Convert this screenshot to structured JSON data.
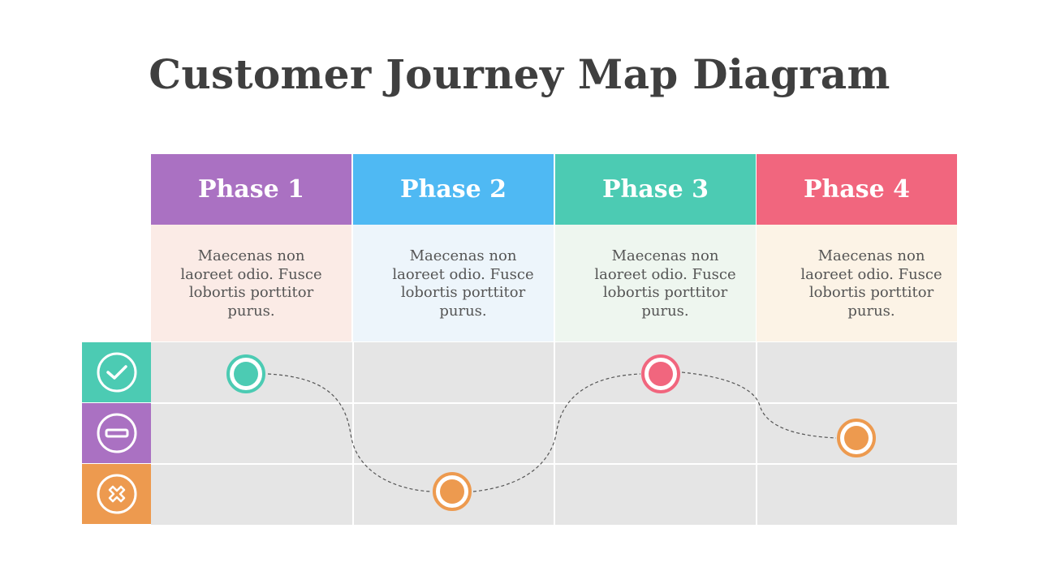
{
  "title": "Customer Journey Map Diagram",
  "phases": [
    {
      "label": "Phase 1",
      "color": "#aa71c2",
      "bg": "#fbebe6",
      "text": "Maecenas non laoreet odio. Fusce lobortis porttitor purus."
    },
    {
      "label": "Phase 2",
      "color": "#4fb9f3",
      "bg": "#edf5fb",
      "text": "Maecenas non laoreet odio. Fusce lobortis porttitor purus."
    },
    {
      "label": "Phase 3",
      "color": "#4ccbb3",
      "bg": "#eef6ef",
      "text": "Maecenas non laoreet odio. Fusce lobortis porttitor purus."
    },
    {
      "label": "Phase 4",
      "color": "#f1667e",
      "bg": "#fcf3e6",
      "text": "Maecenas non laoreet odio. Fusce lobortis porttitor purus."
    }
  ],
  "rows": [
    {
      "icon": "check-circle-icon",
      "color": "#4ccbb3"
    },
    {
      "icon": "minus-circle-icon",
      "color": "#aa71c2"
    },
    {
      "icon": "x-circle-icon",
      "color": "#ed9a4f"
    }
  ],
  "journey_points": [
    {
      "phase": "Phase 1",
      "row": 1,
      "color": "#4ccbb3"
    },
    {
      "phase": "Phase 2",
      "row": 3,
      "color": "#ed9a4f"
    },
    {
      "phase": "Phase 3",
      "row": 1,
      "color": "#f1667e"
    },
    {
      "phase": "Phase 4",
      "row": 2,
      "color": "#ed9a4f"
    }
  ]
}
